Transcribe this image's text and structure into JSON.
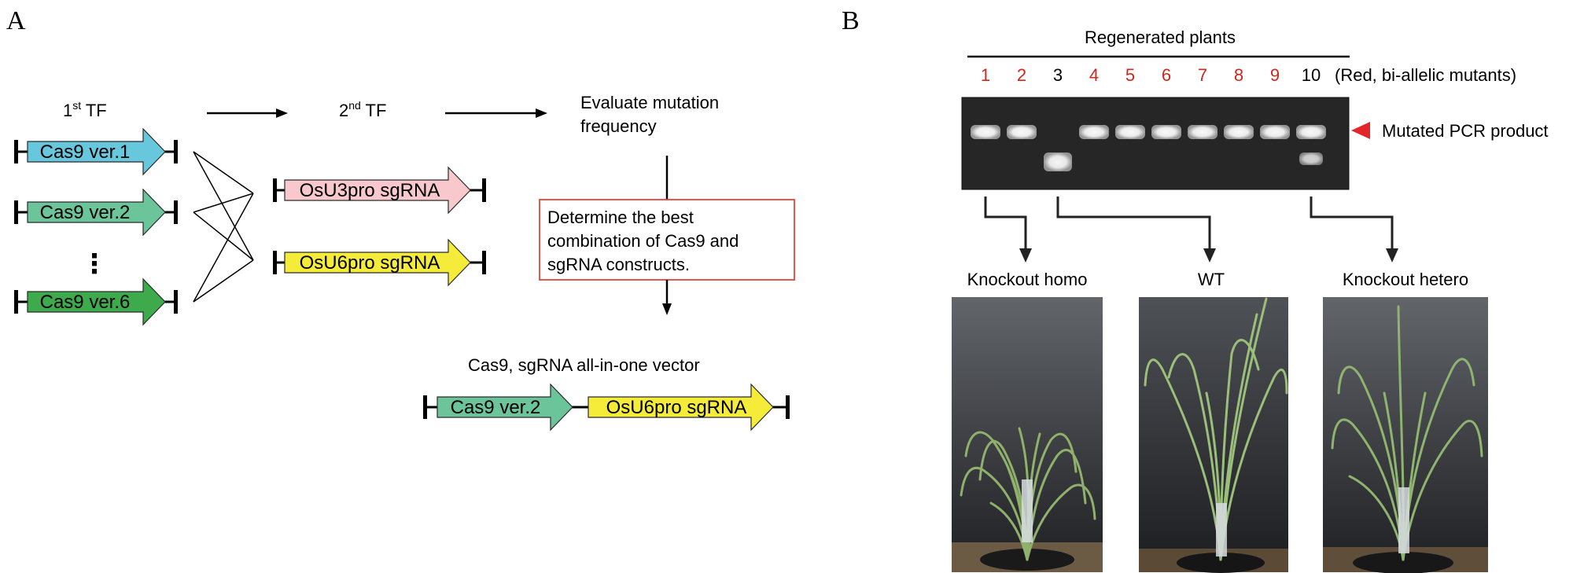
{
  "panel_a": {
    "letter": "A",
    "tf1": {
      "num": "1",
      "sup": "st",
      "suffix": " TF"
    },
    "tf2": {
      "num": "2",
      "sup": "nd",
      "suffix": " TF"
    },
    "cas9_constructs": [
      {
        "label": "Cas9 ver.1",
        "color": "#67c7dc"
      },
      {
        "label": "Cas9 ver.2",
        "color": "#6cc49a"
      },
      {
        "label": "Cas9 ver.6",
        "color": "#3daa4c"
      }
    ],
    "ellipsis": "⋮",
    "sgrna_constructs": [
      {
        "label": "OsU3pro sgRNA",
        "color": "#f8c8cc"
      },
      {
        "label": "OsU6pro sgRNA",
        "color": "#f5ec3a"
      }
    ],
    "evaluate_line1": "Evaluate mutation",
    "evaluate_line2": "frequency",
    "determine_lines": [
      "Determine the best",
      "combination of Cas9 and",
      "sgRNA constructs."
    ],
    "box_border_color": "#e0473c",
    "vector_title": "Cas9, sgRNA all-in-one vector",
    "vector_parts": [
      {
        "label": "Cas9 ver.2",
        "color": "#6cc49a"
      },
      {
        "label": "OsU6pro sgRNA",
        "color": "#f5ec3a"
      }
    ]
  },
  "panel_b": {
    "letter": "B",
    "regenerated_title": "Regenerated plants",
    "lanes": [
      {
        "num": "1",
        "biallelic": true
      },
      {
        "num": "2",
        "biallelic": true
      },
      {
        "num": "3",
        "biallelic": false
      },
      {
        "num": "4",
        "biallelic": true
      },
      {
        "num": "5",
        "biallelic": true
      },
      {
        "num": "6",
        "biallelic": true
      },
      {
        "num": "7",
        "biallelic": true
      },
      {
        "num": "8",
        "biallelic": true
      },
      {
        "num": "9",
        "biallelic": true
      },
      {
        "num": "10",
        "biallelic": false
      }
    ],
    "lane_note": "(Red, bi-allelic mutants)",
    "red_color": "#d0271d",
    "marker_label": "Mutated PCR product",
    "photo_labels": [
      "Knockout homo",
      "WT",
      "Knockout hetero"
    ]
  }
}
